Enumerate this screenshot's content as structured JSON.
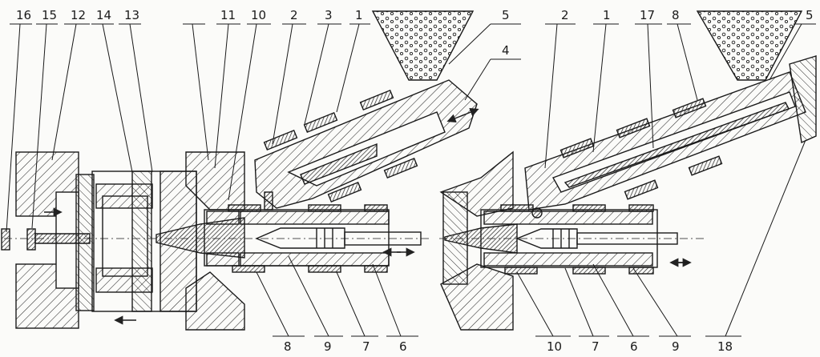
{
  "top_labels_left": [
    "16",
    "15",
    "12",
    "14",
    "13",
    "11",
    "10",
    "2",
    "3",
    "1",
    "5",
    "4"
  ],
  "bottom_labels_left": [
    "8",
    "9",
    "7",
    "6"
  ],
  "top_labels_right": [
    "2",
    "1",
    "17",
    "8",
    "5"
  ],
  "bottom_labels_right": [
    "10",
    "7",
    "6",
    "9",
    "18"
  ],
  "colors": {
    "ink": "#1a1a1a",
    "paper": "#fbfbf9",
    "hatch": "#2a2a2a"
  }
}
